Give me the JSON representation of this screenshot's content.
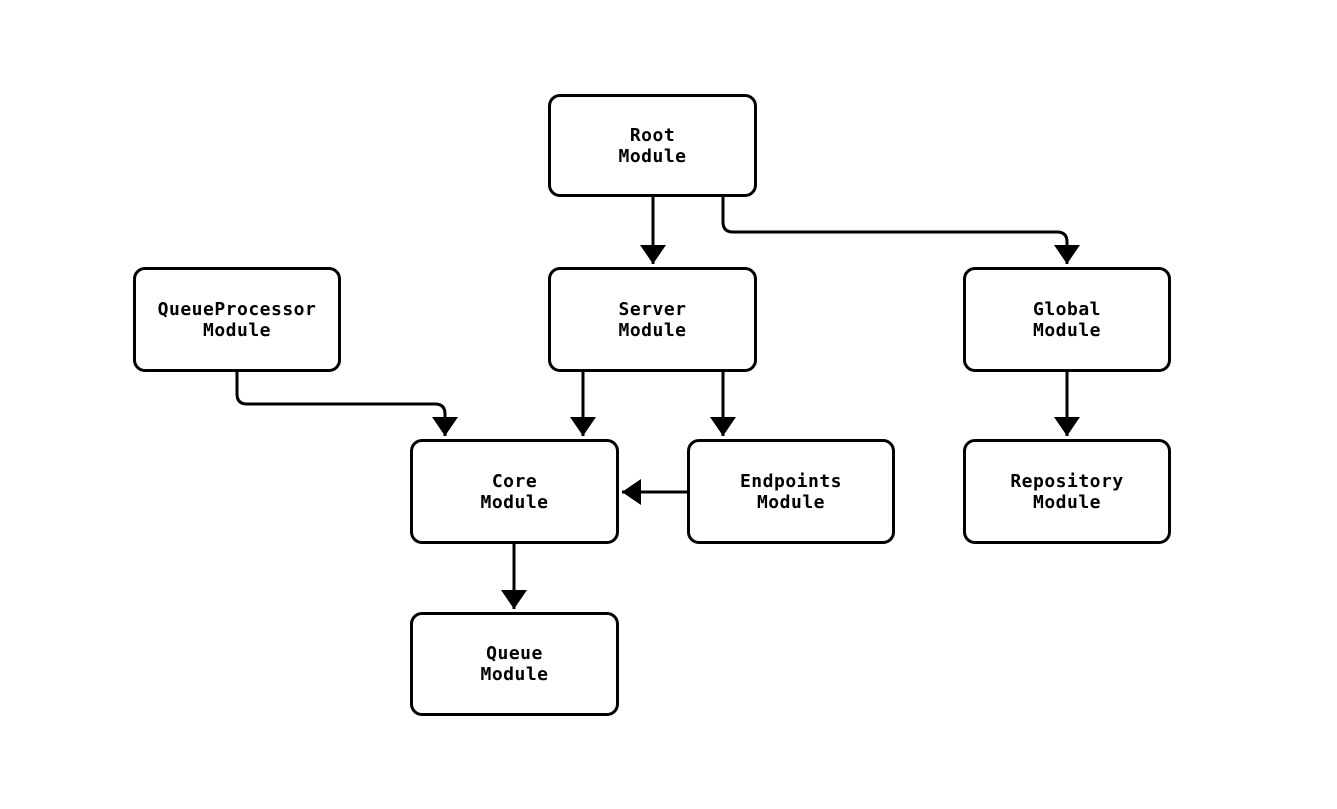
{
  "diagram": {
    "type": "flowchart",
    "background_color": "#ffffff",
    "node_fill_color": "#ffffff",
    "node_border_color": "#000000",
    "edge_color": "#000000",
    "text_color": "#000000",
    "nodes": {
      "root": {
        "label": "Root\nModule"
      },
      "queue_processor": {
        "label": "QueueProcessor\nModule"
      },
      "server": {
        "label": "Server\nModule"
      },
      "global": {
        "label": "Global\nModule"
      },
      "core": {
        "label": "Core\nModule"
      },
      "endpoints": {
        "label": "Endpoints\nModule"
      },
      "repository": {
        "label": "Repository\nModule"
      },
      "queue": {
        "label": "Queue\nModule"
      }
    },
    "edges": [
      {
        "from": "Root Module",
        "to": "Server Module"
      },
      {
        "from": "Root Module",
        "to": "Global Module"
      },
      {
        "from": "QueueProcessor Module",
        "to": "Core Module"
      },
      {
        "from": "Server Module",
        "to": "Core Module"
      },
      {
        "from": "Server Module",
        "to": "Endpoints Module"
      },
      {
        "from": "Endpoints Module",
        "to": "Core Module"
      },
      {
        "from": "Global Module",
        "to": "Repository Module"
      },
      {
        "from": "Core Module",
        "to": "Queue Module"
      }
    ]
  }
}
